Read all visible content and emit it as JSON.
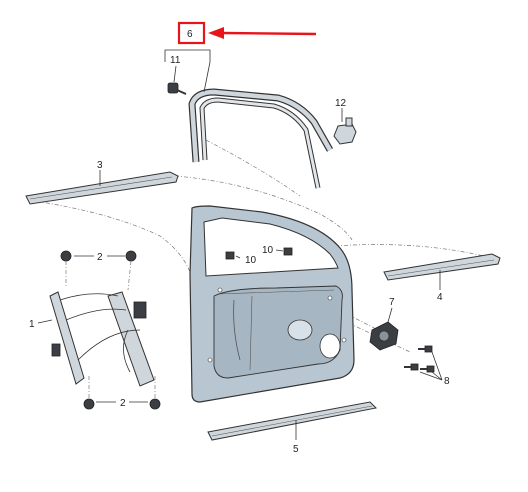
{
  "callouts": {
    "p1": "1",
    "p2a": "2",
    "p2b": "2",
    "p3": "3",
    "p4": "4",
    "p5": "5",
    "p6": "6",
    "p7": "7",
    "p8": "8",
    "p10a": "10",
    "p10b": "10",
    "p11": "11",
    "p12": "12"
  },
  "colors": {
    "highlight": "#e8141b",
    "door_panel": "#b8c6d2",
    "part_fill": "#cfd6dc",
    "line": "#333333"
  },
  "icons": {
    "arrow": "red-pointer-arrow",
    "highlight_box": "red-highlight-box"
  }
}
